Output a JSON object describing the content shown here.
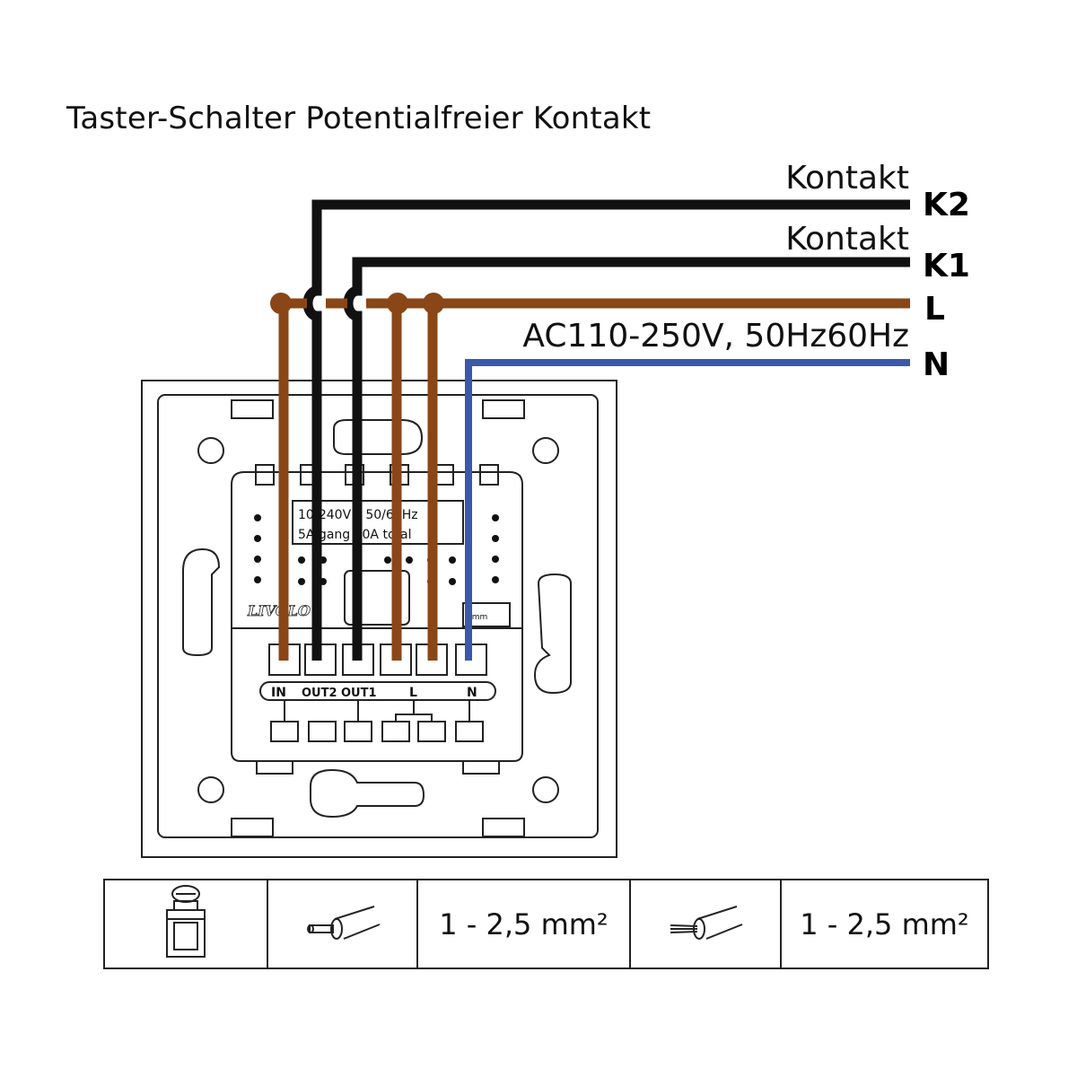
{
  "title": "Taster-Schalter Potentialfreier Kontakt",
  "wires": [
    {
      "code": "K2",
      "label": "Kontakt",
      "color": "#111111"
    },
    {
      "code": "K1",
      "label": "Kontakt",
      "color": "#111111"
    },
    {
      "code": "L",
      "label": "",
      "color": "#8a4616"
    },
    {
      "code": "N",
      "label": "AC110-250V, 50Hz60Hz",
      "color": "#3a59a8"
    }
  ],
  "device": {
    "label_text_line1": "10-240V~ 50/60Hz",
    "label_text_line2": "5A gang 10A total",
    "brand": "LIVOLO",
    "strip_marker": "8mm",
    "terminals": [
      "IN",
      "OUT2",
      "OUT1",
      "L",
      "N"
    ]
  },
  "specs": {
    "solid_wire": "1 - 2,5 mm²",
    "stranded_wire": "1 - 2,5 mm²"
  },
  "colors": {
    "brown": "#8a4616",
    "black": "#111111",
    "blue": "#3a59a8"
  }
}
